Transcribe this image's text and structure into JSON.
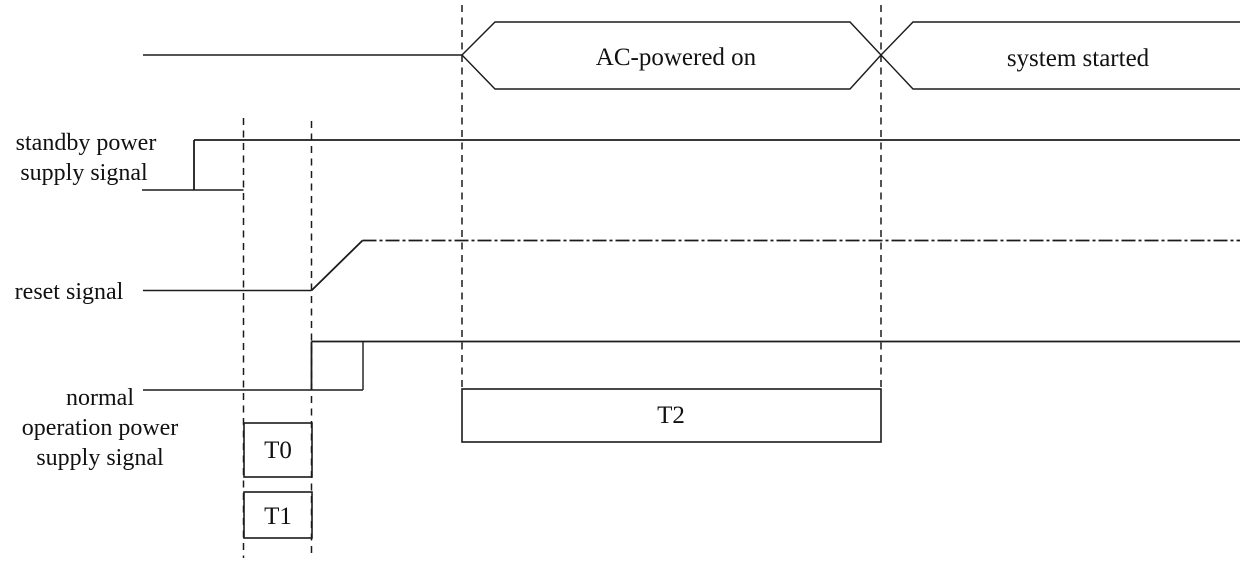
{
  "diagram": {
    "type": "timing-diagram",
    "bus_states": [
      {
        "label": "AC-powered on"
      },
      {
        "label": "system started"
      }
    ],
    "signals": [
      {
        "name": "standby power supply signal",
        "lines": [
          "standby power",
          "supply signal"
        ]
      },
      {
        "name": "reset signal",
        "lines": [
          "reset signal"
        ]
      },
      {
        "name": "normal operation power supply signal",
        "lines": [
          "normal",
          "operation power",
          "supply signal"
        ]
      }
    ],
    "intervals": [
      {
        "label": "T0"
      },
      {
        "label": "T1"
      },
      {
        "label": "T2"
      }
    ],
    "colors": {
      "ink": "#1b1b1b",
      "background": "#ffffff"
    }
  }
}
